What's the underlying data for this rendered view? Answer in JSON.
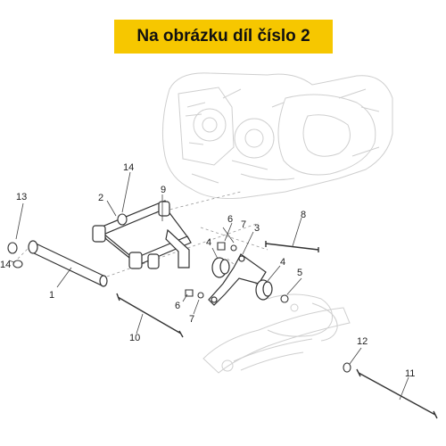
{
  "header": {
    "title": "Na obrázku díl číslo 2"
  },
  "colors": {
    "banner": "#f6c700",
    "ghost": "#cfcfcf",
    "part": "#333333",
    "leader": "#444444"
  },
  "callouts": [
    "1",
    "2",
    "3",
    "4",
    "4",
    "5",
    "6",
    "6",
    "7",
    "7",
    "8",
    "9",
    "10",
    "11",
    "12",
    "13",
    "14",
    "14"
  ]
}
